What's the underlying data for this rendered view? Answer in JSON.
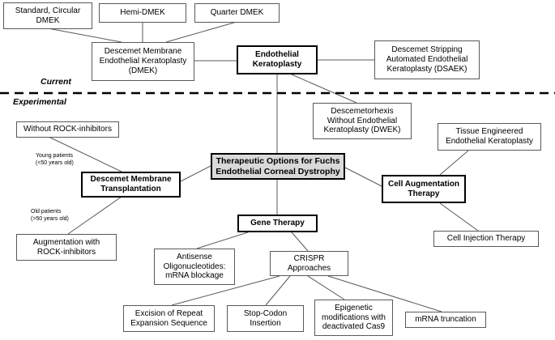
{
  "figure": {
    "type": "flowchart",
    "title_node": "Therapeutic Options for Fuchs Endothelial Corneal Dystrophy",
    "divider": {
      "above_label": "Current",
      "below_label": "Experimental",
      "style": "dashed"
    }
  },
  "nodes": {
    "standard_circular_dmek": "Standard, Circular\nDMEK",
    "hemi_dmek": "Hemi-DMEK",
    "quarter_dmek": "Quarter DMEK",
    "dmek": "Descemet Membrane\nEndothelial Keratoplasty\n(DMEK)",
    "endothelial_keratoplasty": "Endothelial\nKeratoplasty",
    "dsaek": "Descemet Stripping\nAutomated Endothelial\nKeratoplasty (DSAEK)",
    "dwek": "Descemetorhexis\nWithout Endothelial\nKeratoplasty (DWEK)",
    "without_rock": "Without ROCK-inhibitors",
    "tissue_engineered": "Tissue Engineered\nEndothelial Keratoplasty",
    "root": "Therapeutic Options for Fuchs\nEndothelial Corneal Dystrophy",
    "descemet_membrane_transplantation": "Descemet Membrane\nTransplantation",
    "cell_augmentation_therapy": "Cell Augmentation\nTherapy",
    "augmentation_with_rock": "Augmentation with\nROCK-inhibitors",
    "gene_therapy": "Gene Therapy",
    "cell_injection_therapy": "Cell Injection Therapy",
    "antisense": "Antisense\nOligonucleotides:\nmRNA blockage",
    "crispr": "CRISPR\nApproaches",
    "excision": "Excision of Repeat\nExpansion Sequence",
    "stop_codon": "Stop-Codon\nInsertion",
    "epigenetic": "Epigenetic\nmodifications with\ndeactivated Cas9",
    "mrna_truncation": "mRNA truncation"
  },
  "edge_labels": {
    "young_patients": "Young patients\n(<50 years old)",
    "old_patients": "Old patients\n(>50 years old)"
  },
  "colors": {
    "root_fill": "#d9d9d9",
    "box_border_thin": "#595959",
    "box_border_bold": "#000000",
    "edge": "#595959",
    "divider": "#000000",
    "text": "#000000",
    "background": "#ffffff"
  }
}
